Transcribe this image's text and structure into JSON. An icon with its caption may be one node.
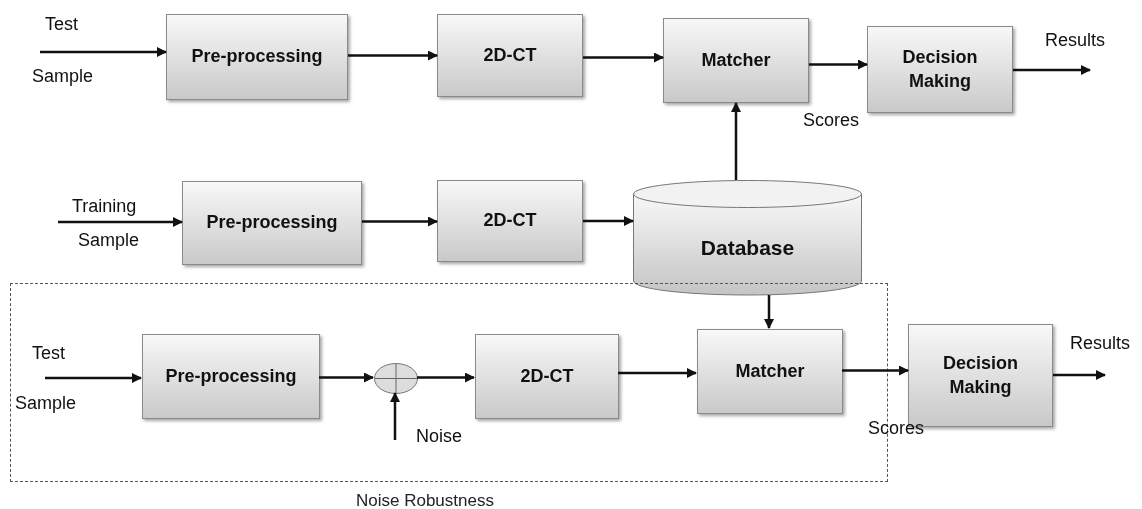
{
  "diagram": {
    "nodes": [
      {
        "text": [
          "Pre-processing"
        ]
      },
      {
        "text": [
          "2D-CT"
        ]
      },
      {
        "text": [
          "Matcher"
        ]
      },
      {
        "text": [
          "Decision Making"
        ]
      },
      {
        "text": [
          "Pre-processing"
        ]
      },
      {
        "text": [
          "2D-CT"
        ]
      },
      {
        "text": [
          "Database"
        ]
      },
      {
        "text": [
          "Noise Robustness"
        ]
      },
      {
        "text": [
          "Pre-processing"
        ],
        "in": 7
      },
      {
        "text": [],
        "shape": "circle",
        "in": 7
      },
      {
        "text": [
          "2D-CT"
        ],
        "in": 7
      },
      {
        "text": [
          "Matcher"
        ],
        "in": 7
      },
      {
        "text": [
          "Decision Making"
        ]
      }
    ],
    "edges": [
      {
        "from": null,
        "to": 0,
        "arrow": "to"
      },
      {
        "from": 0,
        "to": 1,
        "arrow": "to"
      },
      {
        "from": 1,
        "to": 2,
        "arrow": "to"
      },
      {
        "from": 2,
        "to": 3,
        "arrow": "to"
      },
      {
        "from": 3,
        "to": null,
        "arrow": "to"
      },
      {
        "from": null,
        "to": 4,
        "arrow": "to"
      },
      {
        "from": 4,
        "to": 5,
        "arrow": "to"
      },
      {
        "from": 5,
        "to": 6,
        "arrow": "to"
      },
      {
        "from": 6,
        "to": 2,
        "arrow": "to"
      },
      {
        "from": 6,
        "to": 11,
        "arrow": "to"
      },
      {
        "from": null,
        "to": 8,
        "arrow": "to"
      },
      {
        "from": 8,
        "to": 9,
        "arrow": "to"
      },
      {
        "from": 9,
        "to": 10,
        "arrow": "to"
      },
      {
        "from": 10,
        "to": 11,
        "arrow": "to"
      },
      {
        "from": 11,
        "to": 12,
        "arrow": "to"
      },
      {
        "from": 12,
        "to": null,
        "arrow": "to"
      },
      {
        "from": null,
        "to": 9,
        "arrow": "to"
      }
    ],
    "labels": [
      "Test",
      "Results",
      "Sample",
      "Scores",
      "Training",
      "Sample",
      "Test",
      "Results",
      "Sample",
      "Noise",
      "Scores"
    ]
  }
}
